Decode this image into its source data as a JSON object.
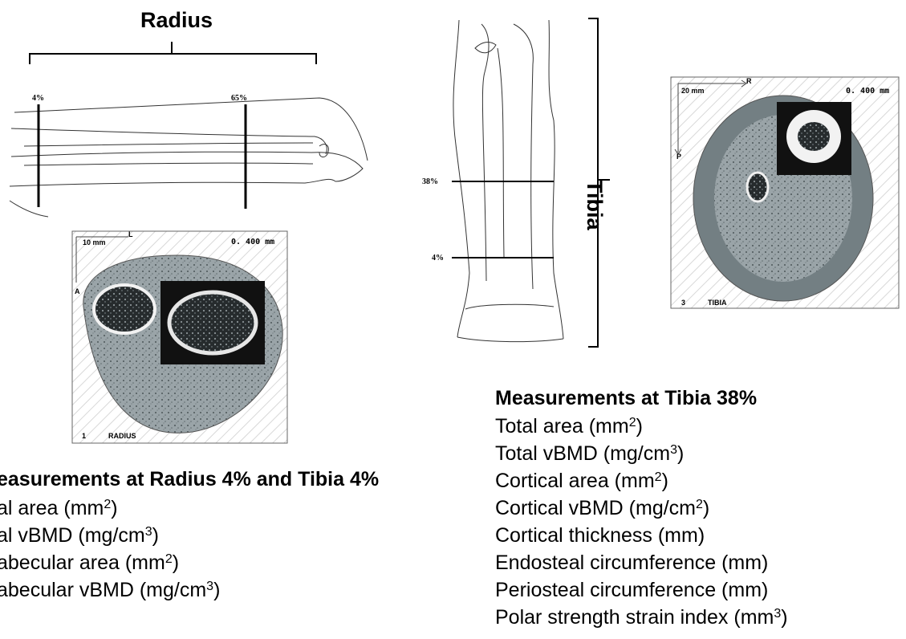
{
  "radius": {
    "title": "Radius",
    "pct_4": "4%",
    "pct_65": "65%",
    "scan": {
      "scale": "10 mm",
      "axis": "L",
      "axis2": "A",
      "voxel": "0. 400 mm",
      "caption_num": "1",
      "caption": "RADIUS"
    }
  },
  "tibia": {
    "title": "Tibia",
    "pct_38": "38%",
    "pct_4": "4%",
    "scan": {
      "scale": "20 mm",
      "axis": "R",
      "axis2": "P",
      "voxel": "0. 400 mm",
      "caption_num": "3",
      "caption": "TIBIA"
    }
  },
  "left_measurements": {
    "heading": "easurements at Radius 4% and Tibia 4%",
    "items": [
      {
        "text": "al area (mm",
        "sup": "2",
        "tail": ")"
      },
      {
        "text": "al vBMD (mg/cm",
        "sup": "3",
        "tail": ")"
      },
      {
        "text": "abecular area (mm",
        "sup": "2",
        "tail": ")"
      },
      {
        "text": "abecular vBMD (mg/cm",
        "sup": "3",
        "tail": ")"
      }
    ]
  },
  "right_measurements": {
    "heading": "Measurements at Tibia 38%",
    "items": [
      {
        "text": "Total area (mm",
        "sup": "2",
        "tail": ")"
      },
      {
        "text": "Total vBMD (mg/cm",
        "sup": "3",
        "tail": ")"
      },
      {
        "text": "Cortical area (mm",
        "sup": "2",
        "tail": ")"
      },
      {
        "text": "Cortical vBMD (mg/cm",
        "sup": "2",
        "tail": ")"
      },
      {
        "text": "Cortical thickness (mm)",
        "sup": "",
        "tail": ""
      },
      {
        "text": "Endosteal circumference (mm)",
        "sup": "",
        "tail": ""
      },
      {
        "text": "Periosteal circumference (mm)",
        "sup": "",
        "tail": ""
      },
      {
        "text": "Polar strength strain index (mm",
        "sup": "3",
        "tail": ")"
      }
    ]
  }
}
